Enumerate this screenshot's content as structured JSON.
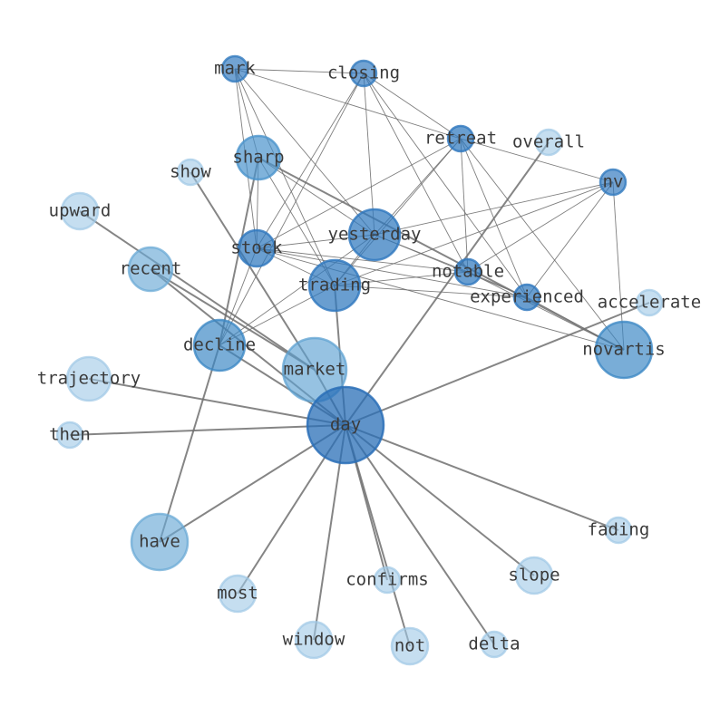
{
  "graph": {
    "nodes": [
      {
        "id": "mark",
        "label": "mark",
        "color": "#2f78be",
        "opacity": 0.68
      },
      {
        "id": "closing",
        "label": "closing",
        "color": "#2f78be",
        "opacity": 0.68
      },
      {
        "id": "retreat",
        "label": "retreat",
        "color": "#2f78be",
        "opacity": 0.72
      },
      {
        "id": "overall",
        "label": "overall",
        "color": "#9ec8e6",
        "opacity": 0.6
      },
      {
        "id": "nv",
        "label": "nv",
        "color": "#2f78be",
        "opacity": 0.68
      },
      {
        "id": "show",
        "label": "show",
        "color": "#9ec8e6",
        "opacity": 0.6
      },
      {
        "id": "sharp",
        "label": "sharp",
        "color": "#4a93cc",
        "opacity": 0.7
      },
      {
        "id": "upward",
        "label": "upward",
        "color": "#9ec8e6",
        "opacity": 0.6
      },
      {
        "id": "yesterday",
        "label": "yesterday",
        "color": "#2f78be",
        "opacity": 0.72
      },
      {
        "id": "stock",
        "label": "stock",
        "color": "#2f78be",
        "opacity": 0.72
      },
      {
        "id": "recent",
        "label": "recent",
        "color": "#6aa9d6",
        "opacity": 0.65
      },
      {
        "id": "notable",
        "label": "notable",
        "color": "#2f78be",
        "opacity": 0.72
      },
      {
        "id": "trading",
        "label": "trading",
        "color": "#2f78be",
        "opacity": 0.72
      },
      {
        "id": "experienced",
        "label": "experienced",
        "color": "#2f78be",
        "opacity": 0.72
      },
      {
        "id": "accelerate",
        "label": "accelerate",
        "color": "#9ec8e6",
        "opacity": 0.6
      },
      {
        "id": "decline",
        "label": "decline",
        "color": "#3a86c4",
        "opacity": 0.68
      },
      {
        "id": "novartis",
        "label": "novartis",
        "color": "#3a86c4",
        "opacity": 0.68
      },
      {
        "id": "trajectory",
        "label": "trajectory",
        "color": "#9ec8e6",
        "opacity": 0.6
      },
      {
        "id": "market",
        "label": "market",
        "color": "#5da1d2",
        "opacity": 0.65
      },
      {
        "id": "day",
        "label": "day",
        "color": "#2a6fb7",
        "opacity": 0.75
      },
      {
        "id": "then",
        "label": "then",
        "color": "#9ec8e6",
        "opacity": 0.6
      },
      {
        "id": "have",
        "label": "have",
        "color": "#6aa9d6",
        "opacity": 0.65
      },
      {
        "id": "fading",
        "label": "fading",
        "color": "#9ec8e6",
        "opacity": 0.6
      },
      {
        "id": "confirms",
        "label": "confirms",
        "color": "#9ec8e6",
        "opacity": 0.6
      },
      {
        "id": "slope",
        "label": "slope",
        "color": "#9ec8e6",
        "opacity": 0.6
      },
      {
        "id": "most",
        "label": "most",
        "color": "#9ec8e6",
        "opacity": 0.6
      },
      {
        "id": "window",
        "label": "window",
        "color": "#9ec8e6",
        "opacity": 0.6
      },
      {
        "id": "not",
        "label": "not",
        "color": "#9ec8e6",
        "opacity": 0.6
      },
      {
        "id": "delta",
        "label": "delta",
        "color": "#9ec8e6",
        "opacity": 0.6
      }
    ],
    "edges": [
      {
        "source": "mark",
        "target": "closing",
        "weight": 1
      },
      {
        "source": "mark",
        "target": "retreat",
        "weight": 1
      },
      {
        "source": "mark",
        "target": "sharp",
        "weight": 1
      },
      {
        "source": "mark",
        "target": "stock",
        "weight": 1
      },
      {
        "source": "mark",
        "target": "yesterday",
        "weight": 1
      },
      {
        "source": "mark",
        "target": "trading",
        "weight": 1
      },
      {
        "source": "closing",
        "target": "retreat",
        "weight": 1
      },
      {
        "source": "closing",
        "target": "yesterday",
        "weight": 1
      },
      {
        "source": "closing",
        "target": "stock",
        "weight": 1
      },
      {
        "source": "closing",
        "target": "notable",
        "weight": 1
      },
      {
        "source": "closing",
        "target": "experienced",
        "weight": 1
      },
      {
        "source": "closing",
        "target": "decline",
        "weight": 1
      },
      {
        "source": "retreat",
        "target": "nv",
        "weight": 1
      },
      {
        "source": "retreat",
        "target": "yesterday",
        "weight": 1
      },
      {
        "source": "retreat",
        "target": "stock",
        "weight": 1
      },
      {
        "source": "retreat",
        "target": "notable",
        "weight": 1
      },
      {
        "source": "retreat",
        "target": "experienced",
        "weight": 1
      },
      {
        "source": "retreat",
        "target": "trading",
        "weight": 1
      },
      {
        "source": "retreat",
        "target": "novartis",
        "weight": 1
      },
      {
        "source": "nv",
        "target": "yesterday",
        "weight": 1
      },
      {
        "source": "nv",
        "target": "notable",
        "weight": 1
      },
      {
        "source": "nv",
        "target": "experienced",
        "weight": 1
      },
      {
        "source": "nv",
        "target": "trading",
        "weight": 1
      },
      {
        "source": "nv",
        "target": "novartis",
        "weight": 1
      },
      {
        "source": "sharp",
        "target": "stock",
        "weight": 1
      },
      {
        "source": "sharp",
        "target": "trading",
        "weight": 1
      },
      {
        "source": "sharp",
        "target": "yesterday",
        "weight": 1
      },
      {
        "source": "sharp",
        "target": "novartis",
        "weight": 2
      },
      {
        "source": "sharp",
        "target": "decline",
        "weight": 3
      },
      {
        "source": "stock",
        "target": "yesterday",
        "weight": 1
      },
      {
        "source": "stock",
        "target": "notable",
        "weight": 1
      },
      {
        "source": "stock",
        "target": "experienced",
        "weight": 1
      },
      {
        "source": "stock",
        "target": "novartis",
        "weight": 1
      },
      {
        "source": "stock",
        "target": "trading",
        "weight": 1
      },
      {
        "source": "stock",
        "target": "decline",
        "weight": 1
      },
      {
        "source": "yesterday",
        "target": "notable",
        "weight": 1
      },
      {
        "source": "yesterday",
        "target": "trading",
        "weight": 1
      },
      {
        "source": "yesterday",
        "target": "decline",
        "weight": 1
      },
      {
        "source": "yesterday",
        "target": "experienced",
        "weight": 1
      },
      {
        "source": "trading",
        "target": "notable",
        "weight": 1
      },
      {
        "source": "trading",
        "target": "experienced",
        "weight": 1
      },
      {
        "source": "trading",
        "target": "decline",
        "weight": 1
      },
      {
        "source": "trading",
        "target": "day",
        "weight": 3
      },
      {
        "source": "notable",
        "target": "experienced",
        "weight": 1
      },
      {
        "source": "notable",
        "target": "novartis",
        "weight": 1
      },
      {
        "source": "experienced",
        "target": "novartis",
        "weight": 1
      },
      {
        "source": "show",
        "target": "market",
        "weight": 2
      },
      {
        "source": "upward",
        "target": "market",
        "weight": 2
      },
      {
        "source": "recent",
        "target": "market",
        "weight": 2
      },
      {
        "source": "recent",
        "target": "day",
        "weight": 2
      },
      {
        "source": "decline",
        "target": "day",
        "weight": 2
      },
      {
        "source": "decline",
        "target": "have",
        "weight": 2
      },
      {
        "source": "overall",
        "target": "day",
        "weight": 2
      },
      {
        "source": "accelerate",
        "target": "day",
        "weight": 2
      },
      {
        "source": "trajectory",
        "target": "day",
        "weight": 2
      },
      {
        "source": "market",
        "target": "day",
        "weight": 2
      },
      {
        "source": "then",
        "target": "day",
        "weight": 2
      },
      {
        "source": "have",
        "target": "day",
        "weight": 2
      },
      {
        "source": "fading",
        "target": "day",
        "weight": 2
      },
      {
        "source": "confirms",
        "target": "day",
        "weight": 2
      },
      {
        "source": "slope",
        "target": "day",
        "weight": 3
      },
      {
        "source": "most",
        "target": "day",
        "weight": 2
      },
      {
        "source": "window",
        "target": "day",
        "weight": 2
      },
      {
        "source": "not",
        "target": "day",
        "weight": 2
      },
      {
        "source": "delta",
        "target": "day",
        "weight": 2
      }
    ]
  }
}
